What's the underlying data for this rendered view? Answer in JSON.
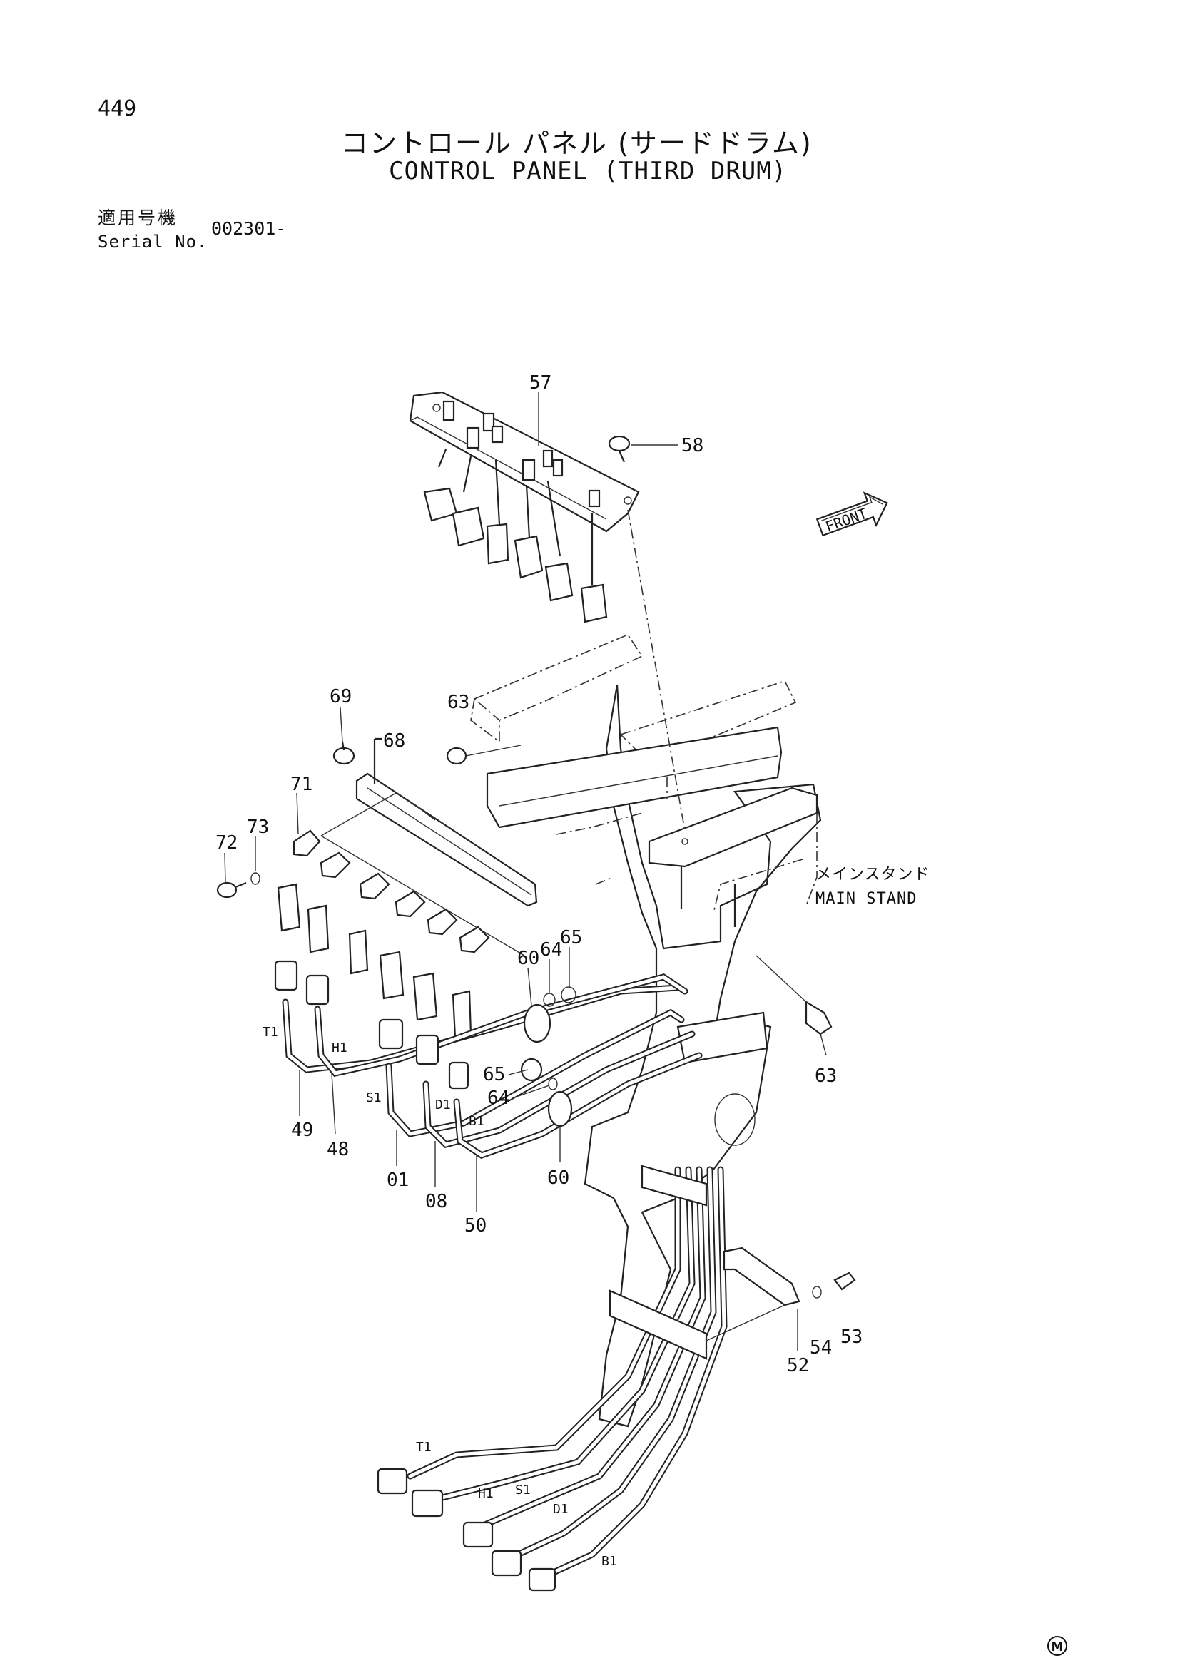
{
  "page": {
    "number": "449"
  },
  "title": {
    "japanese": "コントロール パネル (サードドラム)",
    "english": "CONTROL PANEL (THIRD DRUM)"
  },
  "serial": {
    "label_ja": "適用号機",
    "label_en": "Serial No.",
    "value": "002301-"
  },
  "diagram": {
    "front_label": "FRONT",
    "main_stand": {
      "japanese": "メインスタンド",
      "english": "MAIN STAND"
    },
    "part_numbers": [
      "57",
      "58",
      "69",
      "63",
      "68",
      "71",
      "72",
      "73",
      "60",
      "64",
      "65",
      "63",
      "65",
      "64",
      "49",
      "48",
      "01",
      "08",
      "50",
      "60",
      "52",
      "54",
      "53"
    ],
    "connector_labels": [
      "T1",
      "H1",
      "S1",
      "D1",
      "B1",
      "T1",
      "H1",
      "S1",
      "D1",
      "B1"
    ],
    "corner_mark": "M"
  }
}
